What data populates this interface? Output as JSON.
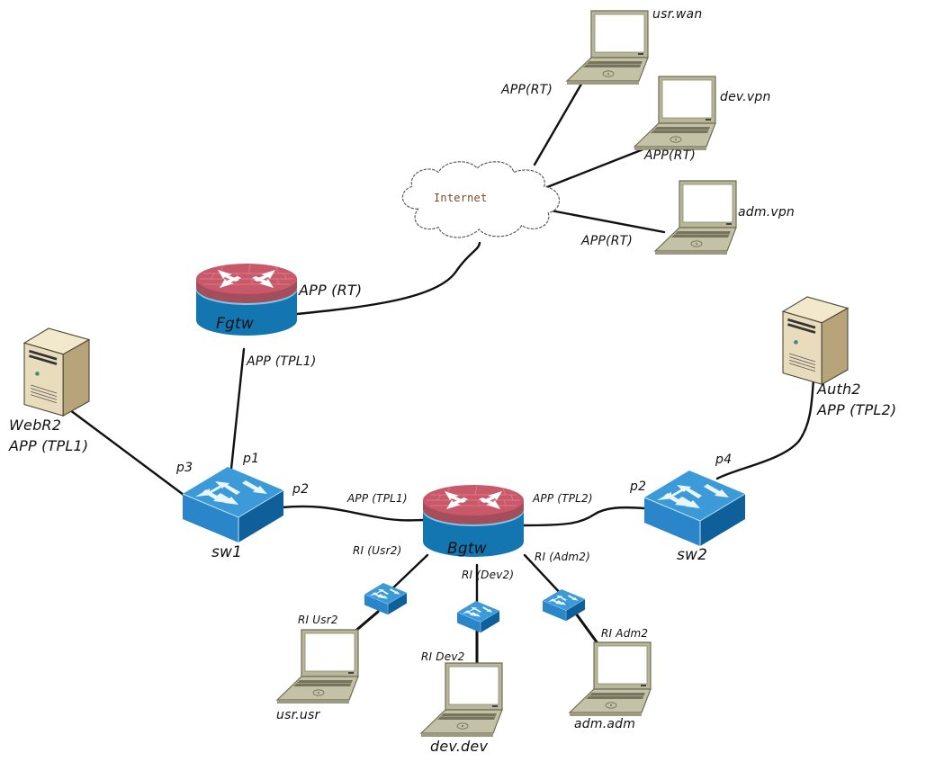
{
  "diagram": {
    "colors": {
      "router_top": "#c9596a",
      "router_body": "#1476b0",
      "switch": "#2f8fd0",
      "laptop": "#b9b79a",
      "server": "#ece0c0",
      "link": "#111111"
    },
    "nodes": {
      "internet": {
        "label": "Internet",
        "type": "cloud"
      },
      "fgtw": {
        "label": "Fgtw",
        "type": "router"
      },
      "bgtw": {
        "label": "Bgtw",
        "type": "router"
      },
      "sw1": {
        "label": "sw1",
        "type": "switch"
      },
      "sw2": {
        "label": "sw2",
        "type": "switch"
      },
      "webr2": {
        "label": "WebR2",
        "sublabel": "APP (TPL1)",
        "type": "server"
      },
      "auth2": {
        "label": "Auth2",
        "sublabel": "APP (TPL2)",
        "type": "server"
      },
      "usr_wan": {
        "label": "usr.wan",
        "type": "laptop"
      },
      "dev_vpn": {
        "label": "dev.vpn",
        "type": "laptop"
      },
      "adm_vpn": {
        "label": "adm.vpn",
        "type": "laptop"
      },
      "usr_usr": {
        "label": "usr.usr",
        "type": "laptop"
      },
      "dev_dev": {
        "label": "dev.dev",
        "type": "laptop"
      },
      "adm_adm": {
        "label": "adm.adm",
        "type": "laptop"
      },
      "swu": {
        "type": "switch-small"
      },
      "swd": {
        "type": "switch-small"
      },
      "swa": {
        "type": "switch-small"
      }
    },
    "link_labels": {
      "usr_wan": "APP(RT)",
      "dev_vpn": "APP(RT)",
      "adm_vpn": "APP(RT)",
      "fgtw_internet": "APP (RT)",
      "fgtw_sw1": "APP (TPL1)",
      "sw1_bgtw": "APP (TPL1)",
      "bgtw_sw2": "APP (TPL2)",
      "bgtw_usr": "RI (Usr2)",
      "bgtw_dev": "RI (Dev2)",
      "bgtw_adm": "RI (Adm2)",
      "usr_laptop": "RI Usr2",
      "dev_laptop": "RI Dev2",
      "adm_laptop": "RI Adm2"
    },
    "ports": {
      "sw1_p1": "p1",
      "sw1_p2": "p2",
      "sw1_p3": "p3",
      "sw2_p2": "p2",
      "sw2_p4": "p4"
    }
  }
}
